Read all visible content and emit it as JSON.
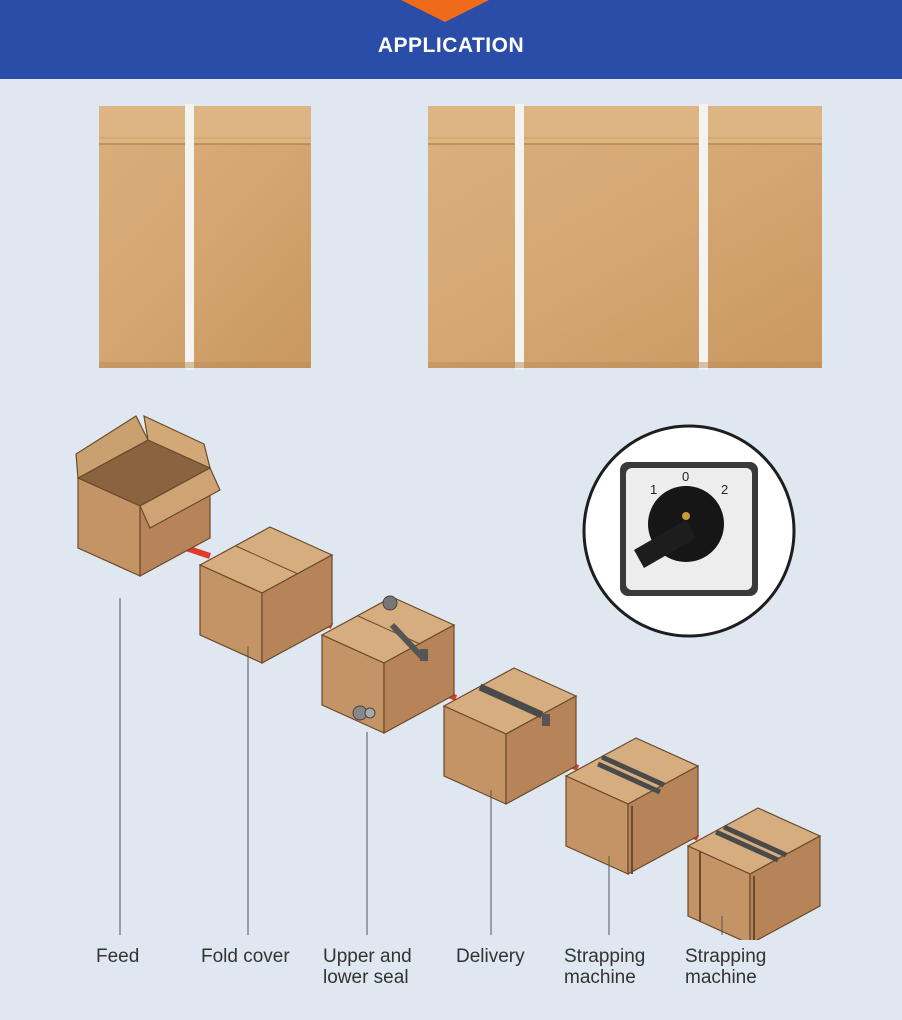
{
  "header": {
    "title": "APPLICATION",
    "accent_color": "#ef6a1a",
    "bar_color": "#2a4ea7"
  },
  "photos": [
    {
      "name": "strapped-box-single-strap",
      "straps": 1
    },
    {
      "name": "strapped-box-double-strap",
      "straps": 2
    }
  ],
  "switch": {
    "positions": [
      "1",
      "0",
      "2"
    ]
  },
  "steps": [
    {
      "label_lines": [
        "Feed"
      ]
    },
    {
      "label_lines": [
        "Fold cover"
      ]
    },
    {
      "label_lines": [
        "Upper and",
        "lower seal"
      ]
    },
    {
      "label_lines": [
        "Delivery"
      ]
    },
    {
      "label_lines": [
        "Strapping",
        "machine"
      ]
    },
    {
      "label_lines": [
        "Strapping",
        "machine"
      ]
    }
  ]
}
